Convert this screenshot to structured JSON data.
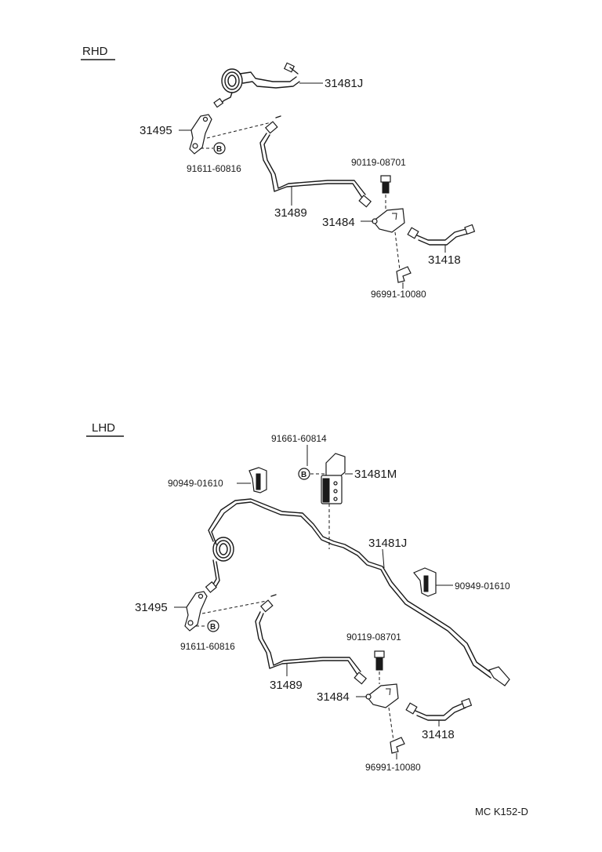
{
  "sections": {
    "rhd": "RHD",
    "lhd": "LHD"
  },
  "bolt_symbol": "B",
  "rhd_parts": {
    "p31481j": "31481J",
    "p31495": "31495",
    "p91611": "91611-60816",
    "p90119": "90119-08701",
    "p31489": "31489",
    "p31484": "31484",
    "p31418": "31418",
    "p96991": "96991-10080"
  },
  "lhd_parts": {
    "p91661": "91661-60814",
    "p90949a": "90949-01610",
    "p31481m": "31481M",
    "p31481j": "31481J",
    "p90949b": "90949-01610",
    "p31495": "31495",
    "p91611": "91611-60816",
    "p90119": "90119-08701",
    "p31489": "31489",
    "p31484": "31484",
    "p31418": "31418",
    "p96991": "96991-10080"
  },
  "footer": {
    "code": "MC  K152-D"
  }
}
